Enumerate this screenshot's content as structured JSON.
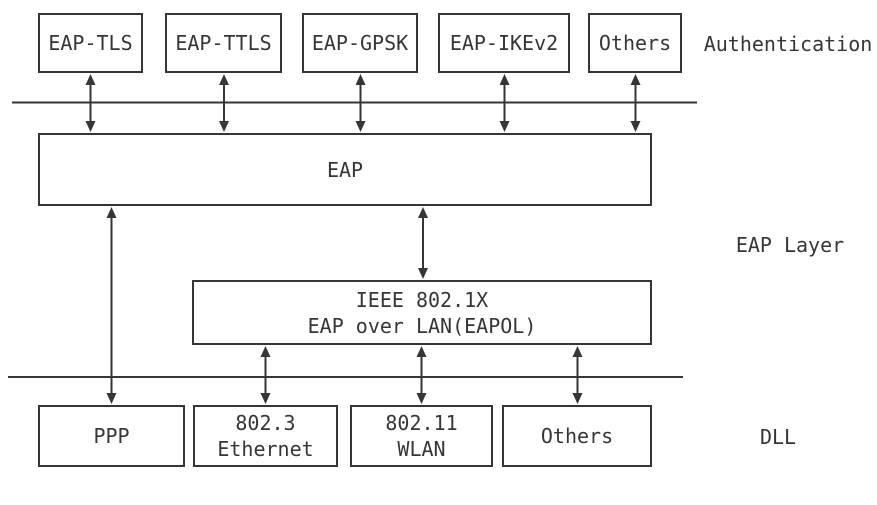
{
  "diagram": {
    "title": "EAP protocol layering diagram",
    "colors": {
      "stroke": "#363636",
      "background": "#ffffff"
    },
    "layer_labels": {
      "authentication": "Authentication",
      "eap_layer": "EAP Layer",
      "dll": "DLL"
    },
    "auth_methods": [
      {
        "label": "EAP-TLS"
      },
      {
        "label": "EAP-TTLS"
      },
      {
        "label": "EAP-GPSK"
      },
      {
        "label": "EAP-IKEv2"
      },
      {
        "label": "Others"
      }
    ],
    "eap_box": {
      "label": "EAP"
    },
    "eapol_box": {
      "label": "IEEE 802.1X\nEAP over LAN(EAPOL)"
    },
    "dll_nodes": [
      {
        "label": "PPP"
      },
      {
        "label": "802.3\nEthernet"
      },
      {
        "label": "802.11\nWLAN"
      },
      {
        "label": "Others"
      }
    ]
  }
}
